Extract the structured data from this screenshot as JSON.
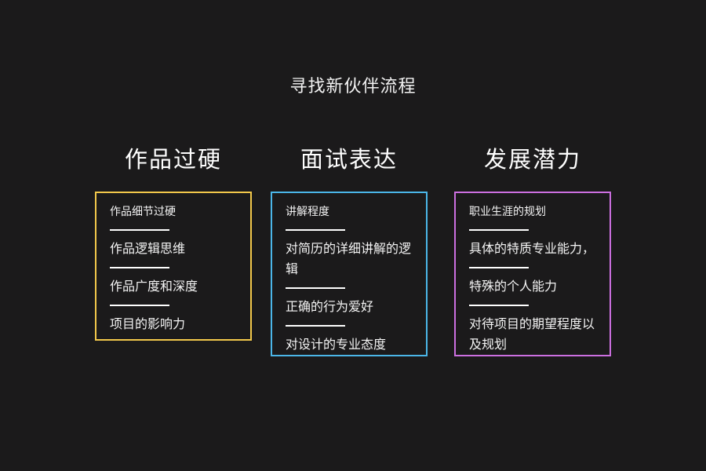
{
  "title": "寻找新伙伴流程",
  "colors": {
    "background": "#1b1a1b",
    "card_1_border": "#f2c84b",
    "card_2_border": "#4bb6e8",
    "card_3_border": "#cc6fe0"
  },
  "columns": [
    {
      "heading": "作品过硬",
      "items": [
        "作品细节过硬",
        "作品逻辑思维",
        "作品广度和深度",
        "项目的影响力"
      ]
    },
    {
      "heading": "面试表达",
      "items": [
        "讲解程度",
        "对简历的详细讲解的逻辑",
        "正确的行为爱好",
        "对设计的专业态度"
      ]
    },
    {
      "heading": "发展潜力",
      "items": [
        "职业生涯的规划",
        "具体的特质专业能力，",
        "特殊的个人能力",
        "对待项目的期望程度以及规划"
      ]
    }
  ]
}
